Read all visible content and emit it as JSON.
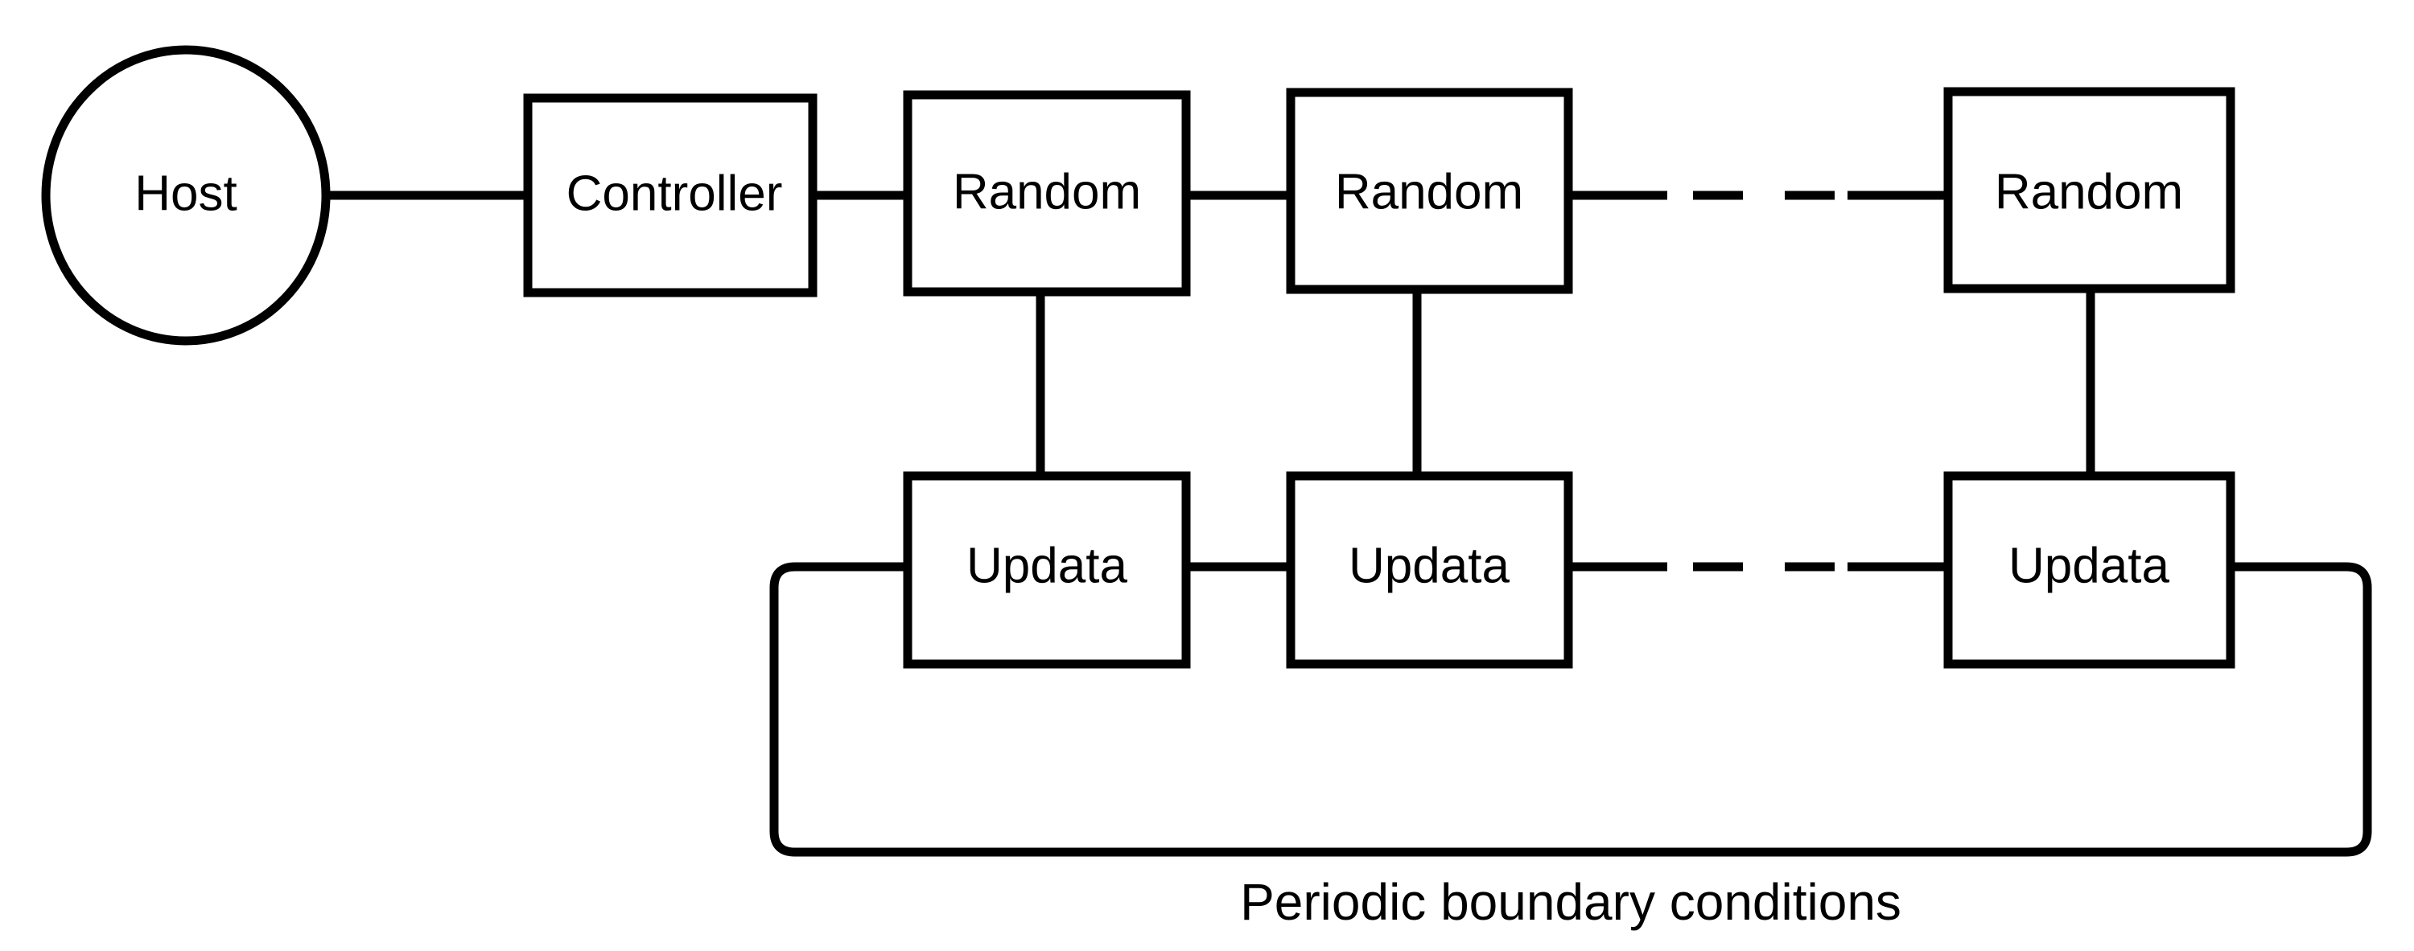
{
  "diagram": {
    "title": "Periodic boundary conditions",
    "caption": "Periodic boundary conditions",
    "background_color": "#ffffff",
    "line_color": "#000000",
    "nodes": {
      "host": {
        "label": "Host",
        "shape": "circle"
      },
      "controller": {
        "label": "Controller",
        "shape": "rectangle"
      },
      "random_1": {
        "label": "Random",
        "shape": "rectangle"
      },
      "random_2": {
        "label": "Random",
        "shape": "rectangle"
      },
      "random_n": {
        "label": "Random",
        "shape": "rectangle"
      },
      "updata_1": {
        "label": "Updata",
        "shape": "rectangle"
      },
      "updata_2": {
        "label": "Updata",
        "shape": "rectangle"
      },
      "updata_n": {
        "label": "Updata",
        "shape": "rectangle"
      }
    }
  }
}
